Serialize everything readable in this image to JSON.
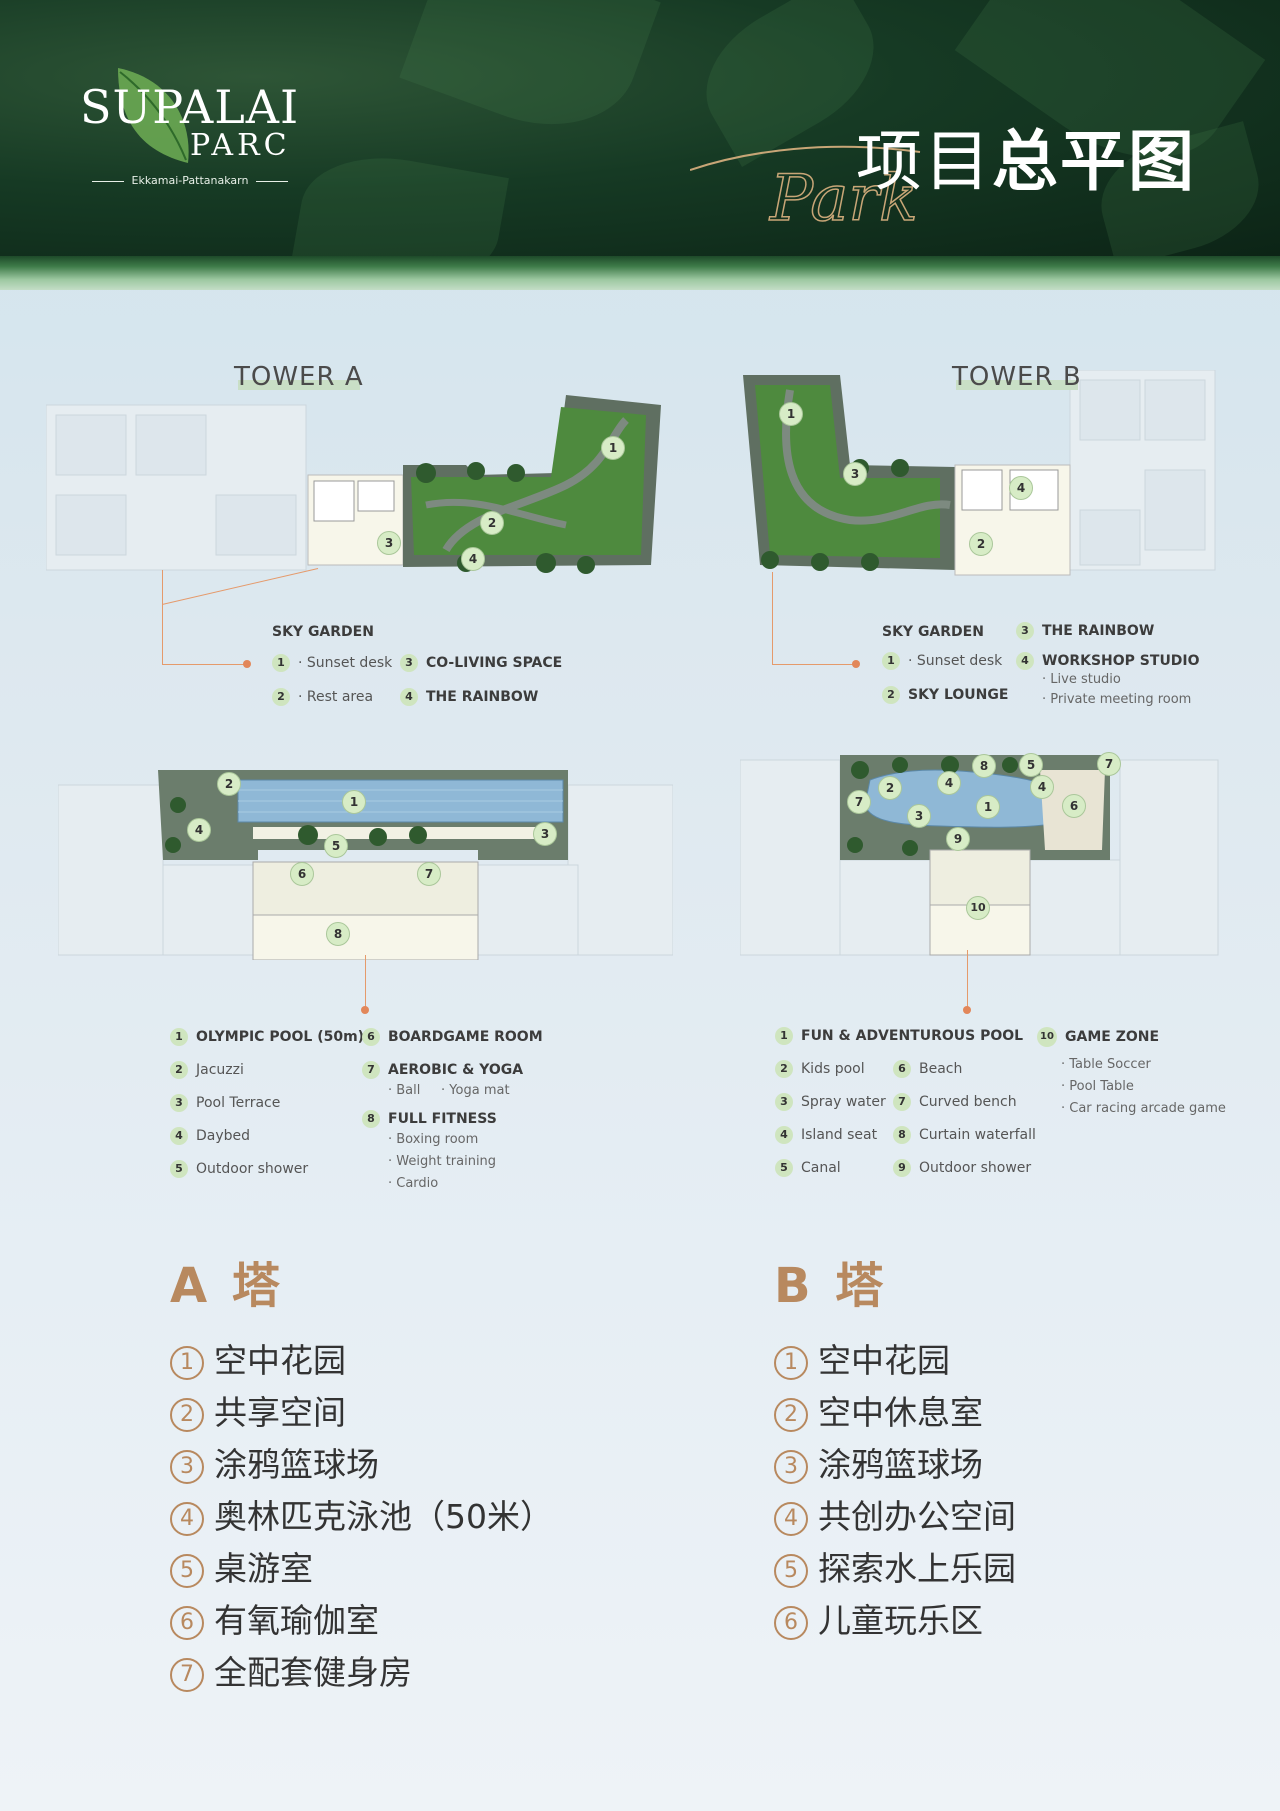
{
  "header": {
    "logo_main": "SUPALAI",
    "logo_sub": "PARC",
    "logo_location": "Ekkamai-Pattanakarn",
    "title_light": "项目",
    "title_bold": "总平图",
    "title_script": "Park"
  },
  "tower_a": {
    "label": "TOWER A",
    "sky_garden": {
      "heading": "SKY GARDEN",
      "items": [
        {
          "n": "1",
          "text": "· Sunset desk"
        },
        {
          "n": "2",
          "text": "· Rest area"
        },
        {
          "n": "3",
          "text": "CO-LIVING SPACE"
        },
        {
          "n": "4",
          "text": "THE RAINBOW"
        }
      ]
    },
    "pool_legend": {
      "left": [
        {
          "n": "1",
          "text": "OLYMPIC POOL (50m)"
        },
        {
          "n": "2",
          "text": "Jacuzzi"
        },
        {
          "n": "3",
          "text": "Pool Terrace"
        },
        {
          "n": "4",
          "text": "Daybed"
        },
        {
          "n": "5",
          "text": "Outdoor shower"
        }
      ],
      "right": [
        {
          "n": "6",
          "text": "BOARDGAME ROOM"
        },
        {
          "n": "7",
          "text": "AEROBIC & YOGA"
        },
        {
          "n": "8",
          "text": "FULL FITNESS"
        }
      ],
      "aerobic_sub": "· Ball     · Yoga mat",
      "fitness_sub": [
        "· Boxing room",
        "· Weight training",
        "· Cardio"
      ]
    }
  },
  "tower_b": {
    "label": "TOWER B",
    "sky_garden": {
      "heading": "SKY GARDEN",
      "items": [
        {
          "n": "1",
          "text": "· Sunset desk"
        },
        {
          "n": "2",
          "text": "SKY LOUNGE"
        },
        {
          "n": "3",
          "text": "THE RAINBOW"
        },
        {
          "n": "4",
          "text": "WORKSHOP STUDIO"
        }
      ],
      "workshop_sub": [
        "· Live studio",
        "· Private meeting room"
      ]
    },
    "pool_legend": {
      "left": [
        {
          "n": "1",
          "text": "FUN & ADVENTUROUS POOL"
        },
        {
          "n": "2",
          "text": "Kids pool"
        },
        {
          "n": "3",
          "text": "Spray water"
        },
        {
          "n": "4",
          "text": "Island seat"
        },
        {
          "n": "5",
          "text": "Canal"
        }
      ],
      "mid": [
        {
          "n": "6",
          "text": "Beach"
        },
        {
          "n": "7",
          "text": "Curved bench"
        },
        {
          "n": "8",
          "text": "Curtain waterfall"
        },
        {
          "n": "9",
          "text": "Outdoor shower"
        }
      ],
      "game": {
        "n": "10",
        "text": "GAME ZONE"
      },
      "game_sub": [
        "· Table Soccer",
        "· Pool Table",
        "· Car racing arcade game"
      ]
    }
  },
  "cn_a": {
    "title": "A 塔",
    "items": [
      {
        "n": "1",
        "text": "空中花园"
      },
      {
        "n": "2",
        "text": "共享空间"
      },
      {
        "n": "3",
        "text": "涂鸦篮球场"
      },
      {
        "n": "4",
        "text": "奥林匹克泳池（50米）"
      },
      {
        "n": "5",
        "text": "桌游室"
      },
      {
        "n": "6",
        "text": "有氧瑜伽室"
      },
      {
        "n": "7",
        "text": "全配套健身房"
      }
    ]
  },
  "cn_b": {
    "title": "B 塔",
    "items": [
      {
        "n": "1",
        "text": "空中花园"
      },
      {
        "n": "2",
        "text": "空中休息室"
      },
      {
        "n": "3",
        "text": "涂鸦篮球场"
      },
      {
        "n": "4",
        "text": "共创办公空间"
      },
      {
        "n": "5",
        "text": "探索水上乐园"
      },
      {
        "n": "6",
        "text": "儿童玩乐区"
      }
    ]
  },
  "markers": {
    "a_top": [
      "1",
      "2",
      "3",
      "4"
    ],
    "b_top": [
      "1",
      "3",
      "4",
      "2"
    ],
    "a_pool": [
      "1",
      "2",
      "3",
      "4",
      "5",
      "6",
      "7",
      "8"
    ],
    "b_pool": [
      "1",
      "2",
      "3",
      "4",
      "5",
      "4",
      "6",
      "7",
      "7",
      "8",
      "9",
      "10"
    ]
  },
  "colors": {
    "header_green": "#163a24",
    "accent_gold": "#b8895f",
    "marker_green": "#d7ecc6",
    "pool_blue": "#8fb8d6",
    "connector": "#e59a6b"
  }
}
